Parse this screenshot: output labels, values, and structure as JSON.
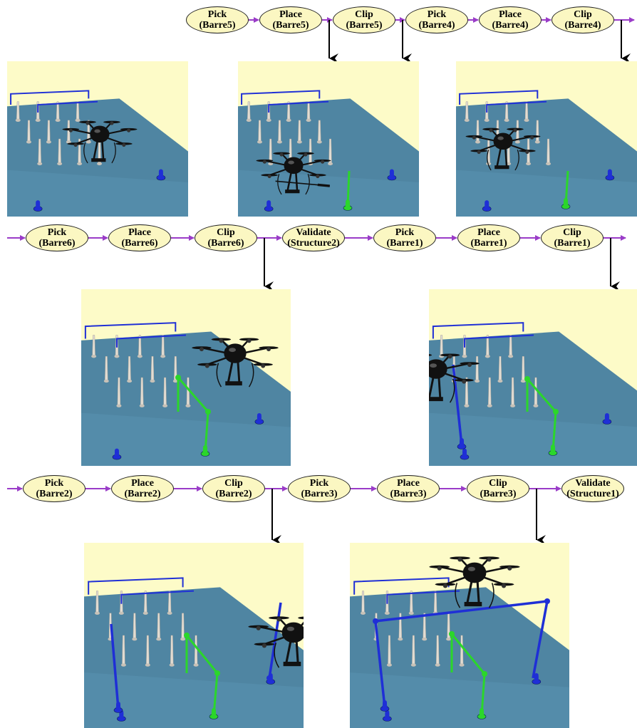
{
  "rows": [
    {
      "steps": [
        {
          "action": "Pick",
          "object": "(Barre5)"
        },
        {
          "action": "Place",
          "object": "(Barre5)"
        },
        {
          "action": "Clip",
          "object": "(Barre5)"
        },
        {
          "action": "Pick",
          "object": "(Barre4)"
        },
        {
          "action": "Place",
          "object": "(Barre4)"
        },
        {
          "action": "Clip",
          "object": "(Barre4)"
        }
      ],
      "snapshot_after_steps": [
        1,
        2,
        5
      ]
    },
    {
      "steps": [
        {
          "action": "Pick",
          "object": "(Barre6)"
        },
        {
          "action": "Place",
          "object": "(Barre6)"
        },
        {
          "action": "Clip",
          "object": "(Barre6)"
        },
        {
          "action": "Validate",
          "object": "(Structure2)"
        },
        {
          "action": "Pick",
          "object": "(Barre1)"
        },
        {
          "action": "Place",
          "object": "(Barre1)"
        },
        {
          "action": "Clip",
          "object": "(Barre1)"
        }
      ],
      "snapshot_after_steps": [
        2,
        6
      ]
    },
    {
      "steps": [
        {
          "action": "Pick",
          "object": "(Barre2)"
        },
        {
          "action": "Place",
          "object": "(Barre2)"
        },
        {
          "action": "Clip",
          "object": "(Barre2)"
        },
        {
          "action": "Pick",
          "object": "(Barre3)"
        },
        {
          "action": "Place",
          "object": "(Barre3)"
        },
        {
          "action": "Clip",
          "object": "(Barre3)"
        },
        {
          "action": "Validate",
          "object": "(Structure1)"
        }
      ],
      "snapshot_after_steps": [
        2,
        5
      ]
    }
  ],
  "colors": {
    "node_fill": "#fbf7c2",
    "flow_arrow": "#9a3cc8",
    "snapshot_arrow": "#000000",
    "sky": "#fdfbc8",
    "ground": "#4f85a2",
    "bar_blue": "#1f2fd6",
    "bar_green": "#2bd62b",
    "stand_white": "#e2dcd2",
    "drone": "#111111"
  }
}
